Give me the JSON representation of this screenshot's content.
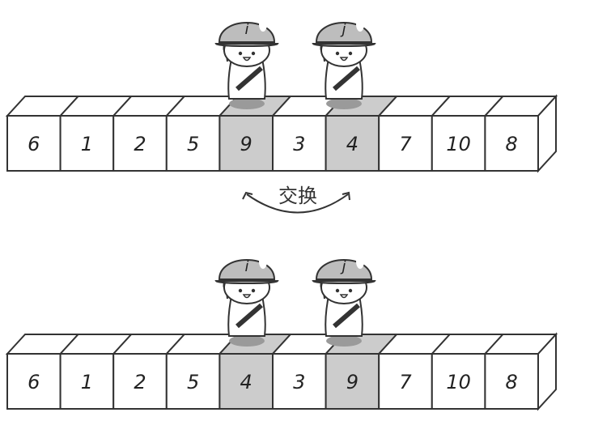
{
  "before": {
    "cells": [
      "6",
      "1",
      "2",
      "5",
      "9",
      "3",
      "4",
      "7",
      "10",
      "8"
    ],
    "highlight": [
      4,
      6
    ]
  },
  "after": {
    "cells": [
      "6",
      "1",
      "2",
      "5",
      "4",
      "3",
      "9",
      "7",
      "10",
      "8"
    ],
    "highlight": [
      4,
      6
    ]
  },
  "swap_label": "交换",
  "pointers": {
    "i": "i",
    "j": "j"
  },
  "colors": {
    "line": "#333333",
    "fill": "#ffffff",
    "highlight": "#cccccc",
    "helmet": "#bdbdbd",
    "puddle": "#999999"
  }
}
